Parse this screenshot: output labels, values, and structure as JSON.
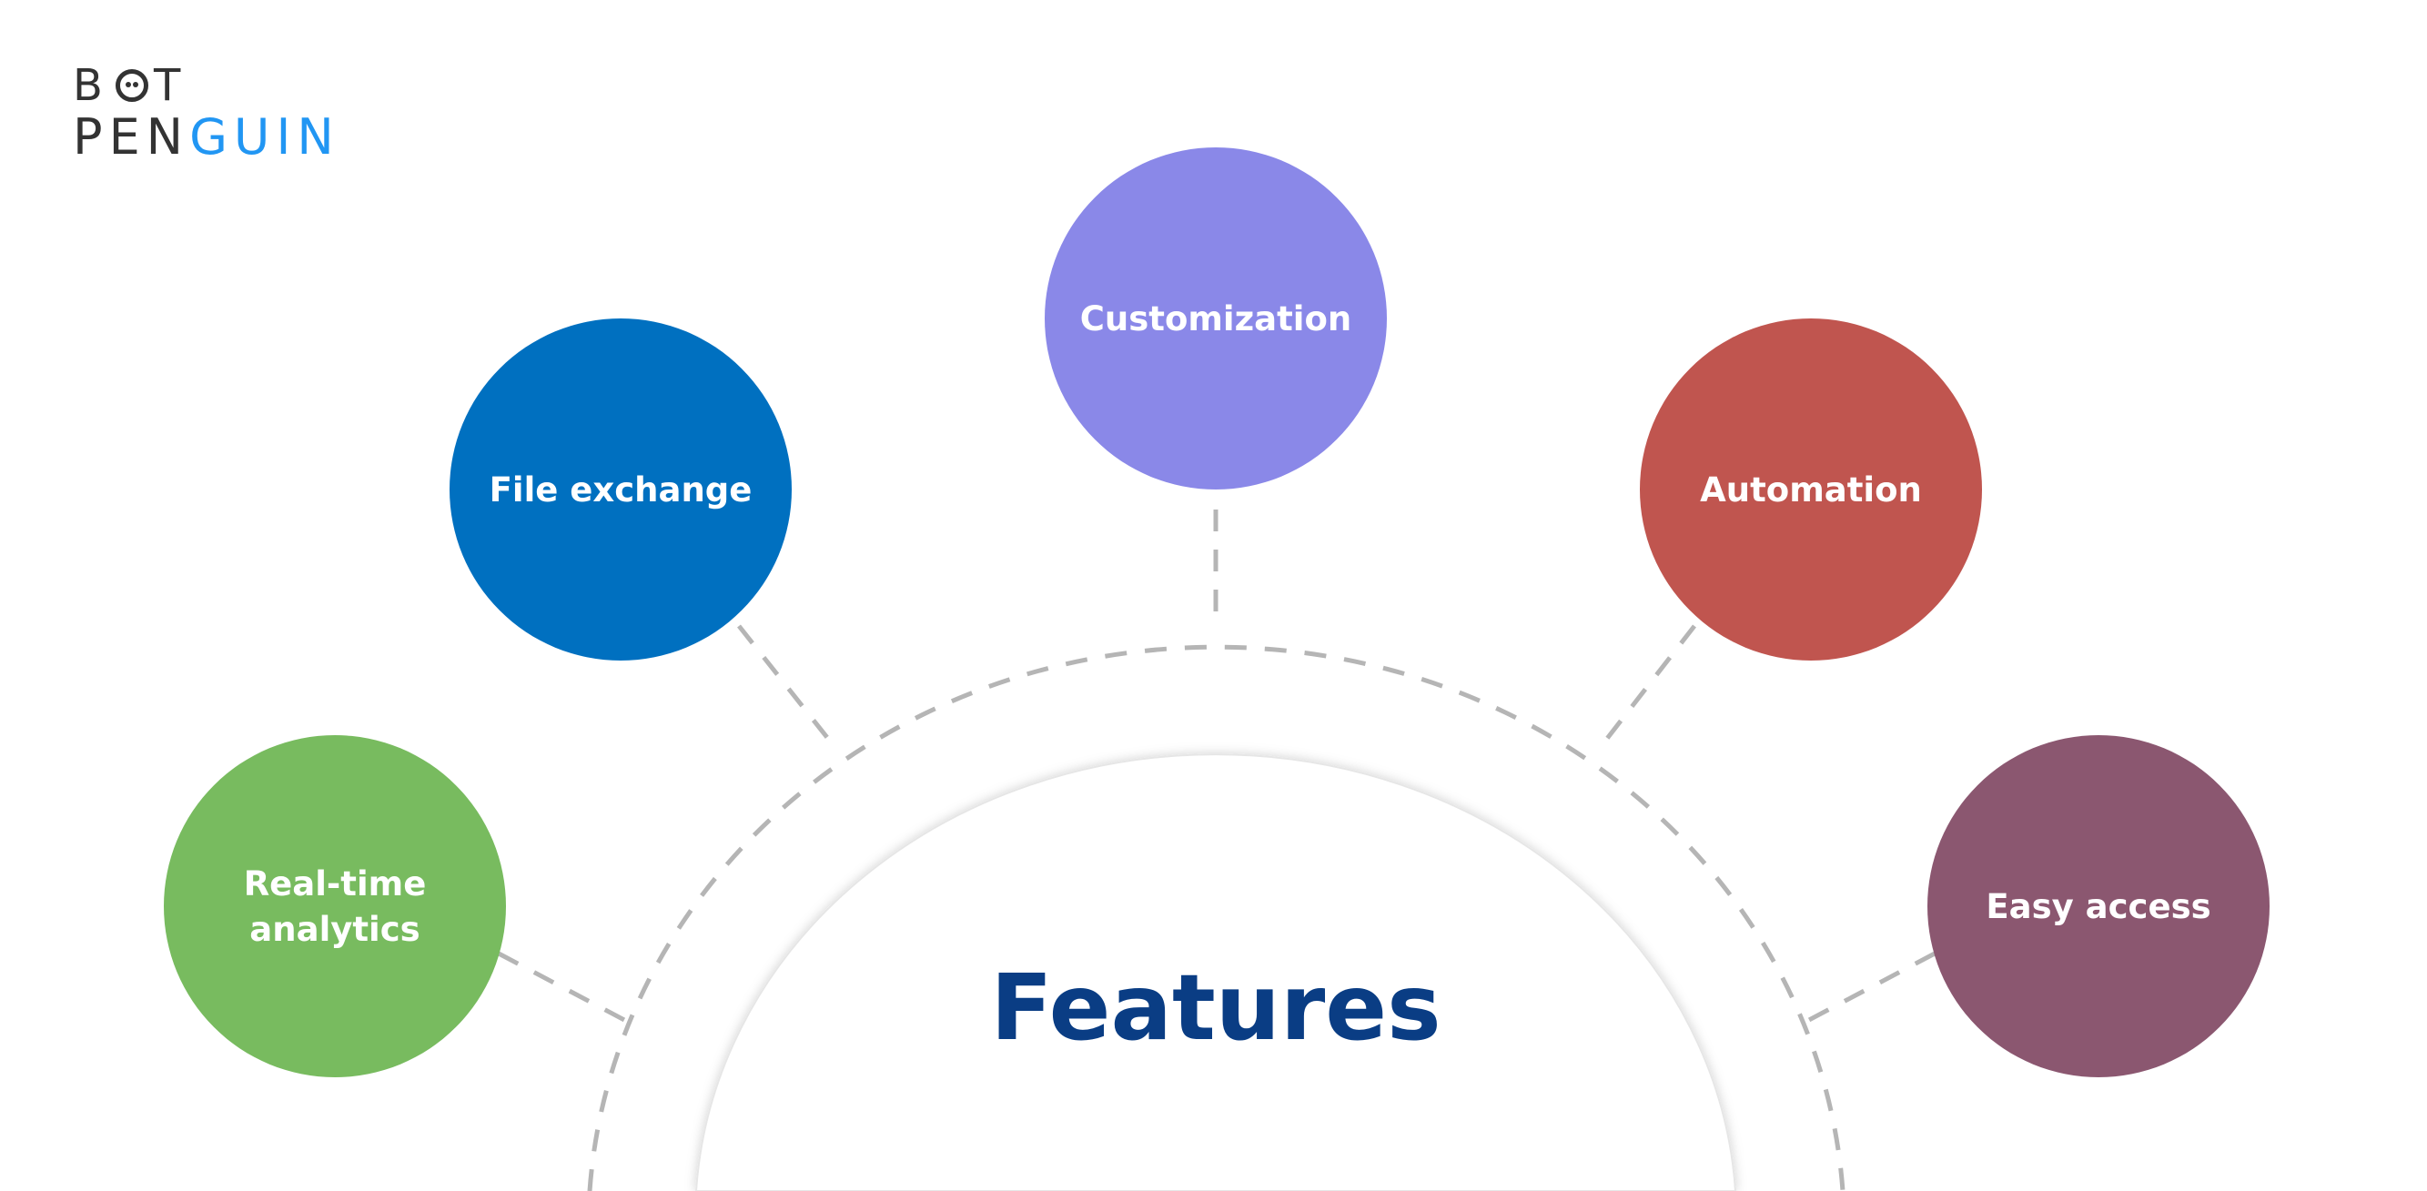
{
  "logo": {
    "line1_left": "B",
    "line1_right": "T",
    "line2_dark": "PEN",
    "line2_accent": "GUIN",
    "icon": "penguin-face-icon"
  },
  "center": {
    "title": "Features",
    "title_color": "#0a3d84"
  },
  "features": [
    {
      "id": "real-time-analytics",
      "lines": [
        "Real-time",
        "analytics"
      ],
      "color": "#78bb5f"
    },
    {
      "id": "file-exchange",
      "lines": [
        "File exchange"
      ],
      "color": "#0070c0"
    },
    {
      "id": "customization",
      "lines": [
        "Customization"
      ],
      "color": "#8a88e8"
    },
    {
      "id": "automation",
      "lines": [
        "Automation"
      ],
      "color": "#c0554f"
    },
    {
      "id": "easy-access",
      "lines": [
        "Easy access"
      ],
      "color": "#8b5770"
    }
  ],
  "colors": {
    "dash": "#b5b5b5",
    "logo_dark": "#333333",
    "logo_accent": "#2196f3"
  }
}
